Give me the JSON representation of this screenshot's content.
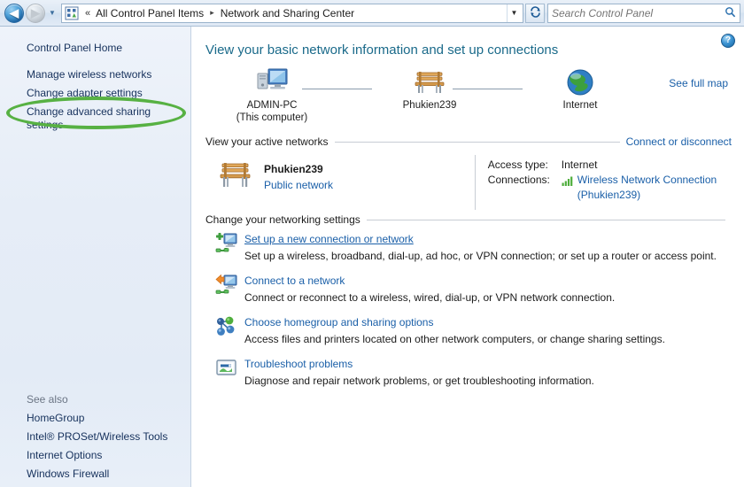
{
  "navbar": {
    "back_label": "Back",
    "forward_label": "Forward",
    "recent_pages_label": "Recent pages",
    "breadcrumb_overflow": "«",
    "breadcrumb_root": "All Control Panel Items",
    "breadcrumb_current": "Network and Sharing Center",
    "breadcrumb_separator": "▸",
    "address_dropdown": "▼",
    "refresh_label": "↻",
    "search_placeholder": "Search Control Panel",
    "search_value": "",
    "search_icon": "search-icon"
  },
  "sidebar": {
    "items": [
      {
        "label": "Control Panel Home",
        "highlighted": false
      },
      {
        "label": "Manage wireless networks",
        "highlighted": true
      },
      {
        "label": "Change adapter settings",
        "highlighted": false
      },
      {
        "label": "Change advanced sharing settings",
        "highlighted": false
      }
    ],
    "see_also_title": "See also",
    "see_also": [
      {
        "label": "HomeGroup"
      },
      {
        "label": "Intel® PROSet/Wireless Tools"
      },
      {
        "label": "Internet Options"
      },
      {
        "label": "Windows Firewall"
      }
    ],
    "annotation_color": "#57b143"
  },
  "main": {
    "help_label": "?",
    "page_title": "View your basic network information and set up connections",
    "see_full_map": "See full map",
    "network_map": {
      "nodes": [
        {
          "icon": "computer-icon",
          "label": "ADMIN-PC",
          "sublabel": "(This computer)"
        },
        {
          "icon": "bench-icon",
          "label": "Phukien239",
          "sublabel": ""
        },
        {
          "icon": "globe-icon",
          "label": "Internet",
          "sublabel": ""
        }
      ]
    },
    "active_networks": {
      "heading": "View your active networks",
      "action": "Connect or disconnect",
      "network": {
        "icon": "bench-icon",
        "name": "Phukien239",
        "type": "Public network"
      },
      "details": [
        {
          "key": "Access type:",
          "value": "Internet",
          "is_link": false,
          "icon": ""
        },
        {
          "key": "Connections:",
          "value": "Wireless Network Connection (Phukien239)",
          "is_link": true,
          "icon": "wifi-signal-icon"
        }
      ]
    },
    "settings": {
      "heading": "Change your networking settings",
      "items": [
        {
          "icon": "new-connection-icon",
          "link": "Set up a new connection or network",
          "hovered": true,
          "description": "Set up a wireless, broadband, dial-up, ad hoc, or VPN connection; or set up a router or access point."
        },
        {
          "icon": "connect-network-icon",
          "link": "Connect to a network",
          "hovered": false,
          "description": "Connect or reconnect to a wireless, wired, dial-up, or VPN network connection."
        },
        {
          "icon": "homegroup-icon",
          "link": "Choose homegroup and sharing options",
          "hovered": false,
          "description": "Access files and printers located on other network computers, or change sharing settings."
        },
        {
          "icon": "troubleshoot-icon",
          "link": "Troubleshoot problems",
          "hovered": false,
          "description": "Diagnose and repair network problems, or get troubleshooting information."
        }
      ]
    }
  },
  "colors": {
    "link": "#1a5fa8",
    "title": "#1a6a8a",
    "sidebar_text": "#16315c",
    "annotation_green": "#57b143"
  }
}
